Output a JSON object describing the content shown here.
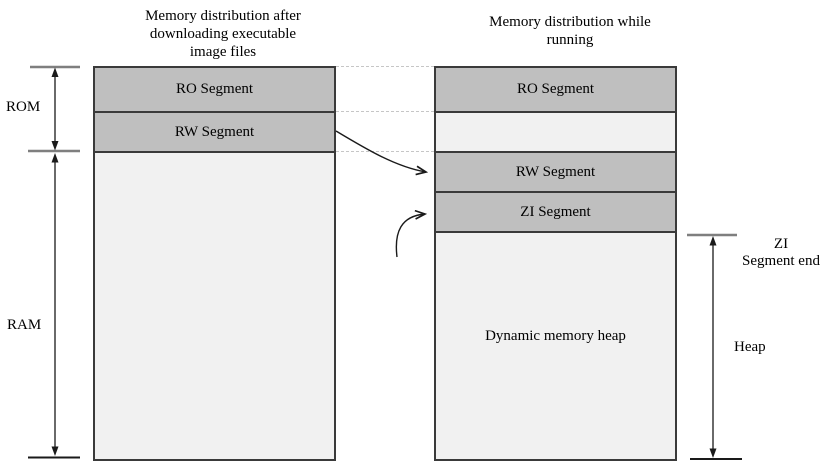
{
  "left_column": {
    "title": "Memory distribution after\ndownloading executable\nimage files",
    "segments": [
      {
        "label": "RO Segment"
      },
      {
        "label": "RW Segment"
      },
      {
        "label": ""
      }
    ]
  },
  "right_column": {
    "title": "Memory distribution while\nrunning",
    "segments": [
      {
        "label": "RO Segment"
      },
      {
        "label": ""
      },
      {
        "label": "RW Segment"
      },
      {
        "label": "ZI Segment"
      },
      {
        "label": "Dynamic memory heap"
      }
    ]
  },
  "annotations": {
    "rom_label": "ROM",
    "ram_label": "RAM",
    "zi_segment_end_label": "ZI\nSegment end",
    "heap_label": "Heap"
  },
  "colors": {
    "segment_fill": "#bfbfbf",
    "empty_fill": "#f1f1f1",
    "border": "#3a3a3a",
    "dashed_line": "#c6c6c6",
    "cap_line": "#7f7f7f",
    "arrow": "#1a1a1a"
  }
}
